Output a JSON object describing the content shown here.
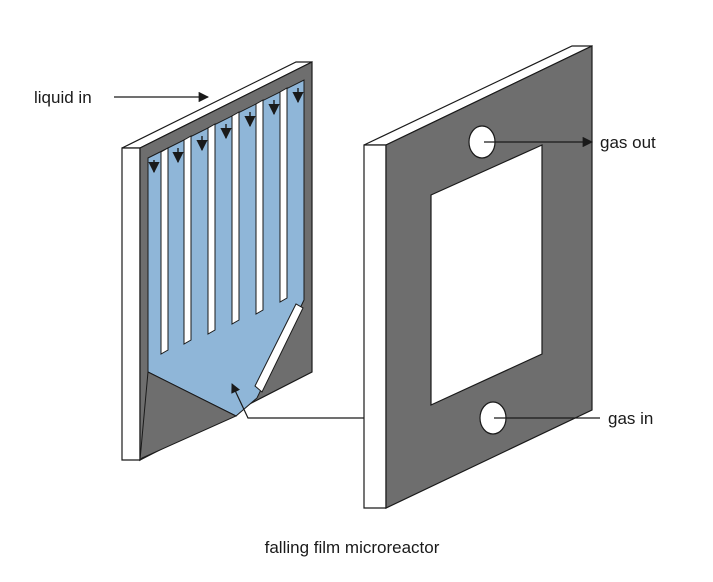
{
  "diagram": {
    "caption": "falling film microreactor",
    "labels": {
      "liquid_in": "liquid in",
      "gas_out": "gas out",
      "gas_in": "gas in"
    },
    "channel_count": 7,
    "colors": {
      "plate_face": "#6e6e6e",
      "plate_edge": "#ffffff",
      "liquid": "#8fb6d8",
      "outline": "#1a1a1a",
      "window": "#ffffff"
    }
  }
}
